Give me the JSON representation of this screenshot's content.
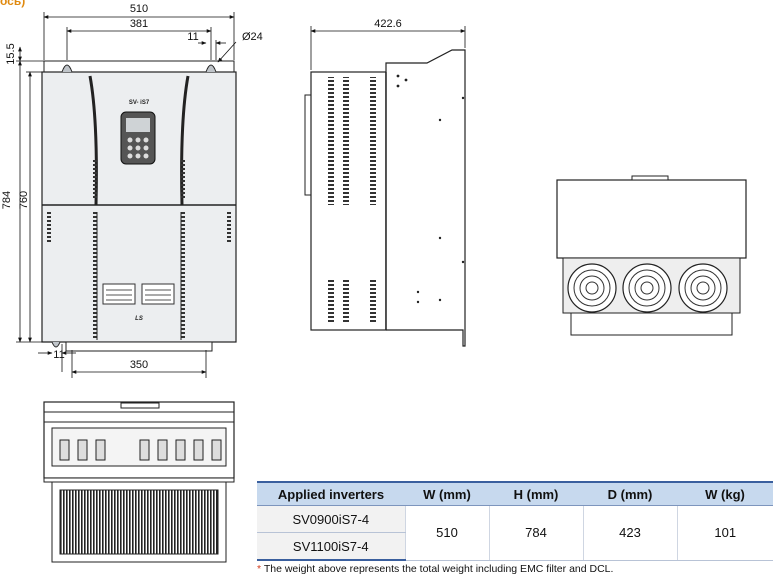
{
  "corner_fragment": "ось)",
  "front_dims": {
    "width_total": "510",
    "width_inner": "381",
    "bolt_spacing": "11",
    "hole_dia": "Ø24",
    "top_offset": "15.5",
    "height_total": "784",
    "height_inner": "760",
    "bottom_offset": "11",
    "bottom_spacing": "350"
  },
  "front_label": {
    "model": "SV- iS7",
    "logo": "LS"
  },
  "side_dims": {
    "depth": "422.6"
  },
  "table": {
    "headers": [
      "Applied inverters",
      "W (mm)",
      "H (mm)",
      "D (mm)",
      "W (kg)"
    ],
    "models": [
      "SV0900iS7-4",
      "SV1100iS7-4"
    ],
    "values": [
      "510",
      "784",
      "423",
      "101"
    ]
  },
  "footnote": {
    "mark": "*",
    "text": " The weight above represents the total weight including EMC filter and DCL."
  },
  "colors": {
    "header_bg": "#c7d9ee",
    "rule": "#3a5f9e",
    "note_mark": "#d23c1e"
  }
}
